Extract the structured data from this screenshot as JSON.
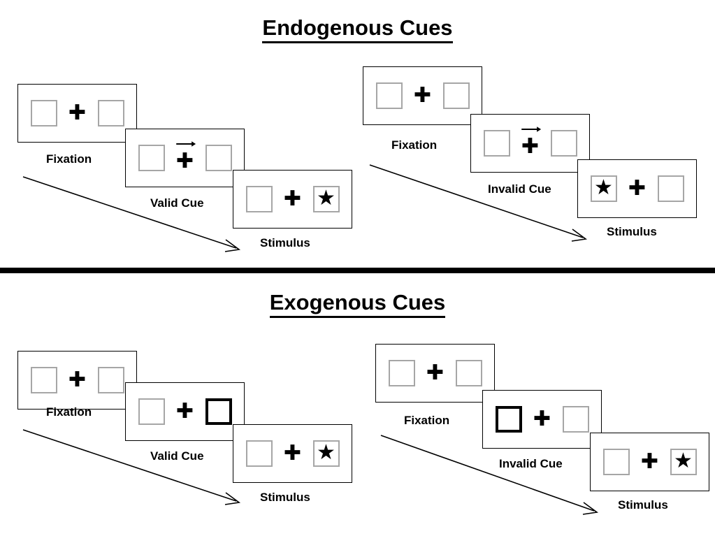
{
  "page": {
    "background": "#ffffff",
    "square_outline_color": "#a6a6a6",
    "cued_square_color": "#000000",
    "frame_outline_color": "#000000",
    "text_color": "#000000"
  },
  "sections": [
    {
      "id": "endogenous",
      "title": "Endogenous Cues",
      "conditions": [
        {
          "id": "endogenous-valid",
          "steps": [
            {
              "label": "Fixation",
              "left_box": {
                "state": "neutral",
                "content": ""
              },
              "right_box": {
                "state": "neutral",
                "content": ""
              },
              "center": {
                "symbol": "plus",
                "arrow": "none"
              }
            },
            {
              "label": "Valid Cue",
              "left_box": {
                "state": "neutral",
                "content": ""
              },
              "right_box": {
                "state": "neutral",
                "content": ""
              },
              "center": {
                "symbol": "plus",
                "arrow": "right"
              }
            },
            {
              "label": "Stimulus",
              "left_box": {
                "state": "neutral",
                "content": ""
              },
              "right_box": {
                "state": "neutral",
                "content": "star"
              },
              "center": {
                "symbol": "plus",
                "arrow": "none"
              }
            }
          ]
        },
        {
          "id": "endogenous-invalid",
          "steps": [
            {
              "label": "Fixation",
              "left_box": {
                "state": "neutral",
                "content": ""
              },
              "right_box": {
                "state": "neutral",
                "content": ""
              },
              "center": {
                "symbol": "plus",
                "arrow": "none"
              }
            },
            {
              "label": "Invalid Cue",
              "left_box": {
                "state": "neutral",
                "content": ""
              },
              "right_box": {
                "state": "neutral",
                "content": ""
              },
              "center": {
                "symbol": "plus",
                "arrow": "right"
              }
            },
            {
              "label": "Stimulus",
              "left_box": {
                "state": "neutral",
                "content": "star"
              },
              "right_box": {
                "state": "neutral",
                "content": ""
              },
              "center": {
                "symbol": "plus",
                "arrow": "none"
              }
            }
          ]
        }
      ]
    },
    {
      "id": "exogenous",
      "title": "Exogenous Cues",
      "conditions": [
        {
          "id": "exogenous-valid",
          "steps": [
            {
              "label": "Fixation",
              "left_box": {
                "state": "neutral",
                "content": ""
              },
              "right_box": {
                "state": "neutral",
                "content": ""
              },
              "center": {
                "symbol": "plus",
                "arrow": "none"
              }
            },
            {
              "label": "Valid Cue",
              "left_box": {
                "state": "neutral",
                "content": ""
              },
              "right_box": {
                "state": "cued",
                "content": ""
              },
              "center": {
                "symbol": "plus",
                "arrow": "none"
              }
            },
            {
              "label": "Stimulus",
              "left_box": {
                "state": "neutral",
                "content": ""
              },
              "right_box": {
                "state": "neutral",
                "content": "star"
              },
              "center": {
                "symbol": "plus",
                "arrow": "none"
              }
            }
          ]
        },
        {
          "id": "exogenous-invalid",
          "steps": [
            {
              "label": "Fixation",
              "left_box": {
                "state": "neutral",
                "content": ""
              },
              "right_box": {
                "state": "neutral",
                "content": ""
              },
              "center": {
                "symbol": "plus",
                "arrow": "none"
              }
            },
            {
              "label": "Invalid Cue",
              "left_box": {
                "state": "cued",
                "content": ""
              },
              "right_box": {
                "state": "neutral",
                "content": ""
              },
              "center": {
                "symbol": "plus",
                "arrow": "none"
              }
            },
            {
              "label": "Stimulus",
              "left_box": {
                "state": "neutral",
                "content": ""
              },
              "right_box": {
                "state": "neutral",
                "content": "star"
              },
              "center": {
                "symbol": "plus",
                "arrow": "none"
              }
            }
          ]
        }
      ]
    }
  ],
  "glyphs": {
    "plus": "✚",
    "star": "★"
  }
}
